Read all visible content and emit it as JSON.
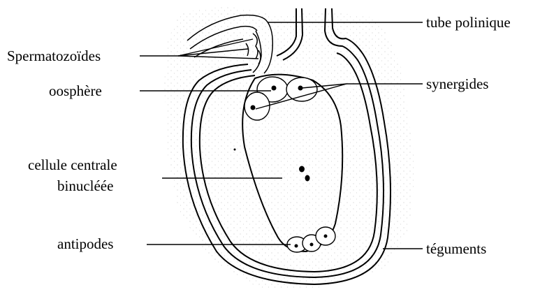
{
  "labels": {
    "tube": "tube polinique",
    "spermatozoides": "Spermatozoïdes",
    "oosphere": "oosphère",
    "synergides": "synergides",
    "central_line1": "cellule centrale",
    "central_line2": "binucléée",
    "antipodes": "antipodes",
    "teguments": "téguments"
  }
}
